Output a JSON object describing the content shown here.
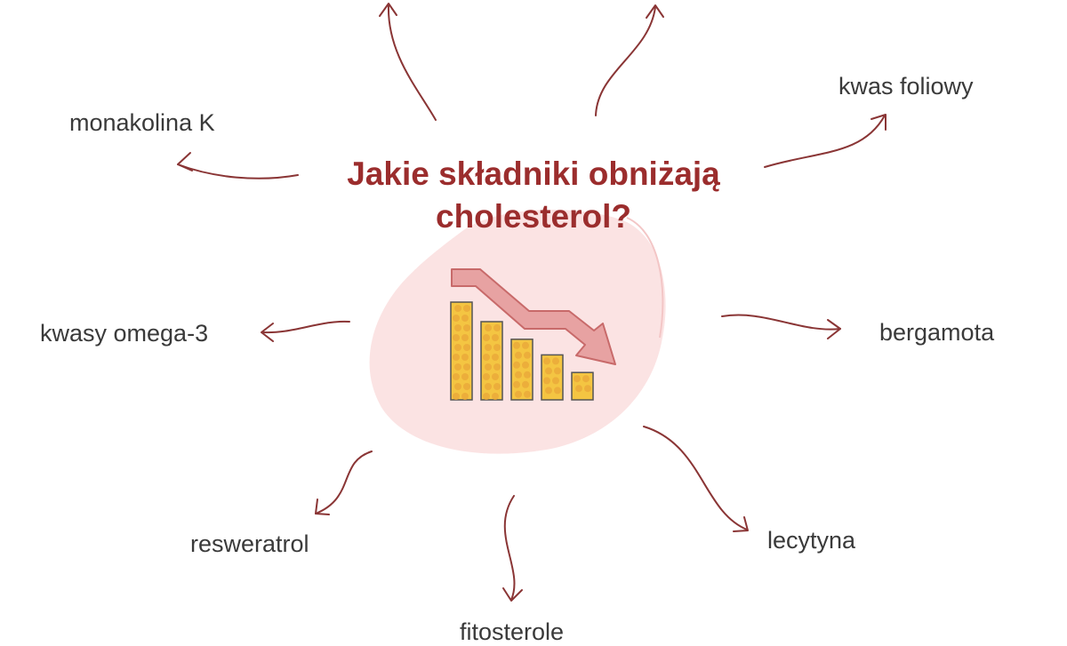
{
  "title_line1": "Jakie składniki obniżają",
  "title_line2": "cholesterol?",
  "labels": {
    "monakolina": "monakolina K",
    "kwas_foliowy": "kwas foliowy",
    "omega": "kwasy omega-3",
    "bergamota": "bergamota",
    "resweratrol": "resweratrol",
    "lecytyna": "lecytyna",
    "fitosterole": "fitosterole"
  },
  "colors": {
    "title": "#9b2d2d",
    "arrow": "#8a3535",
    "blob": "#fbe3e3",
    "bars": "#f4c542",
    "trend_arrow": "#e7a2a2"
  },
  "bar_levels": [
    1.0,
    0.8,
    0.62,
    0.46,
    0.28
  ]
}
